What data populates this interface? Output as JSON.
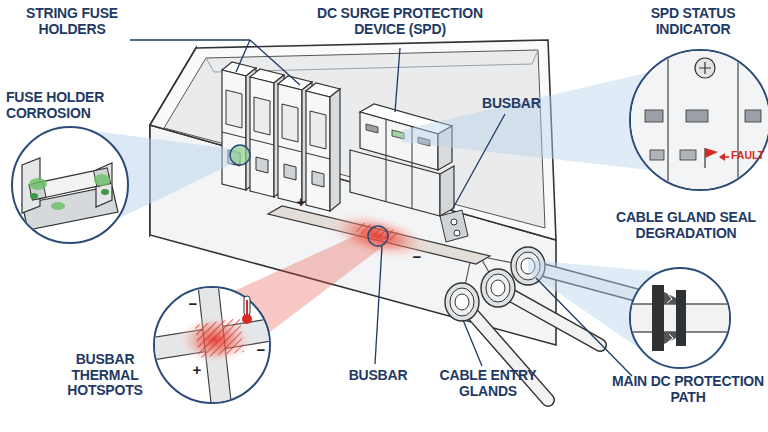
{
  "diagram": {
    "labels": [
      "STRING FUSE HOLDERS",
      "DC SURGE PROTECTION DEVICE (SPD)",
      "SPD STATUS INDICATOR",
      "BUSBAR",
      "FUSE HOLDER CORROSION",
      "FAULT",
      "+",
      "−",
      "CABLE GLAND SEAL DEGRADATION",
      "−",
      "+",
      "−",
      "BUSBAR THERMAL HOTSPOTS",
      "BUSBAR",
      "CABLE ENTRY GLANDS",
      "MAIN DC PROTECTION PATH"
    ]
  }
}
